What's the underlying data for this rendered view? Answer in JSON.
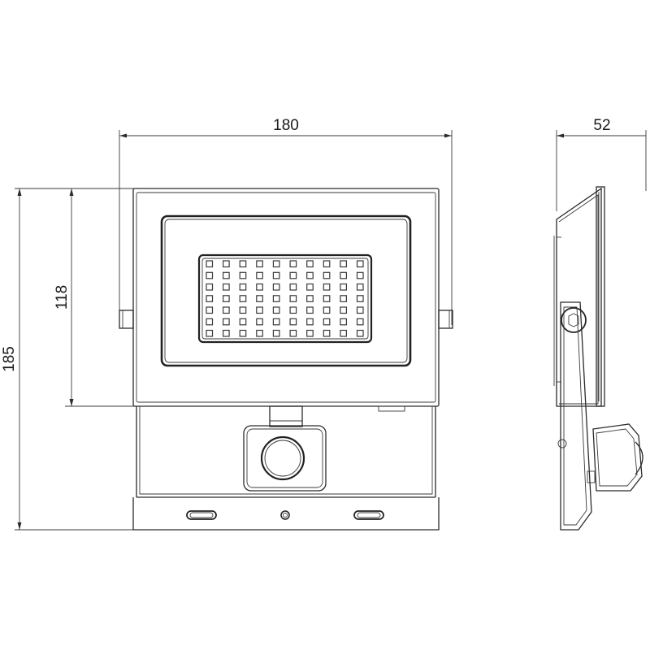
{
  "dimensions": {
    "width": "180",
    "depth": "52",
    "total_height": "185",
    "lamp_height": "118"
  },
  "led_grid": {
    "rows": 7,
    "cols": 10
  }
}
